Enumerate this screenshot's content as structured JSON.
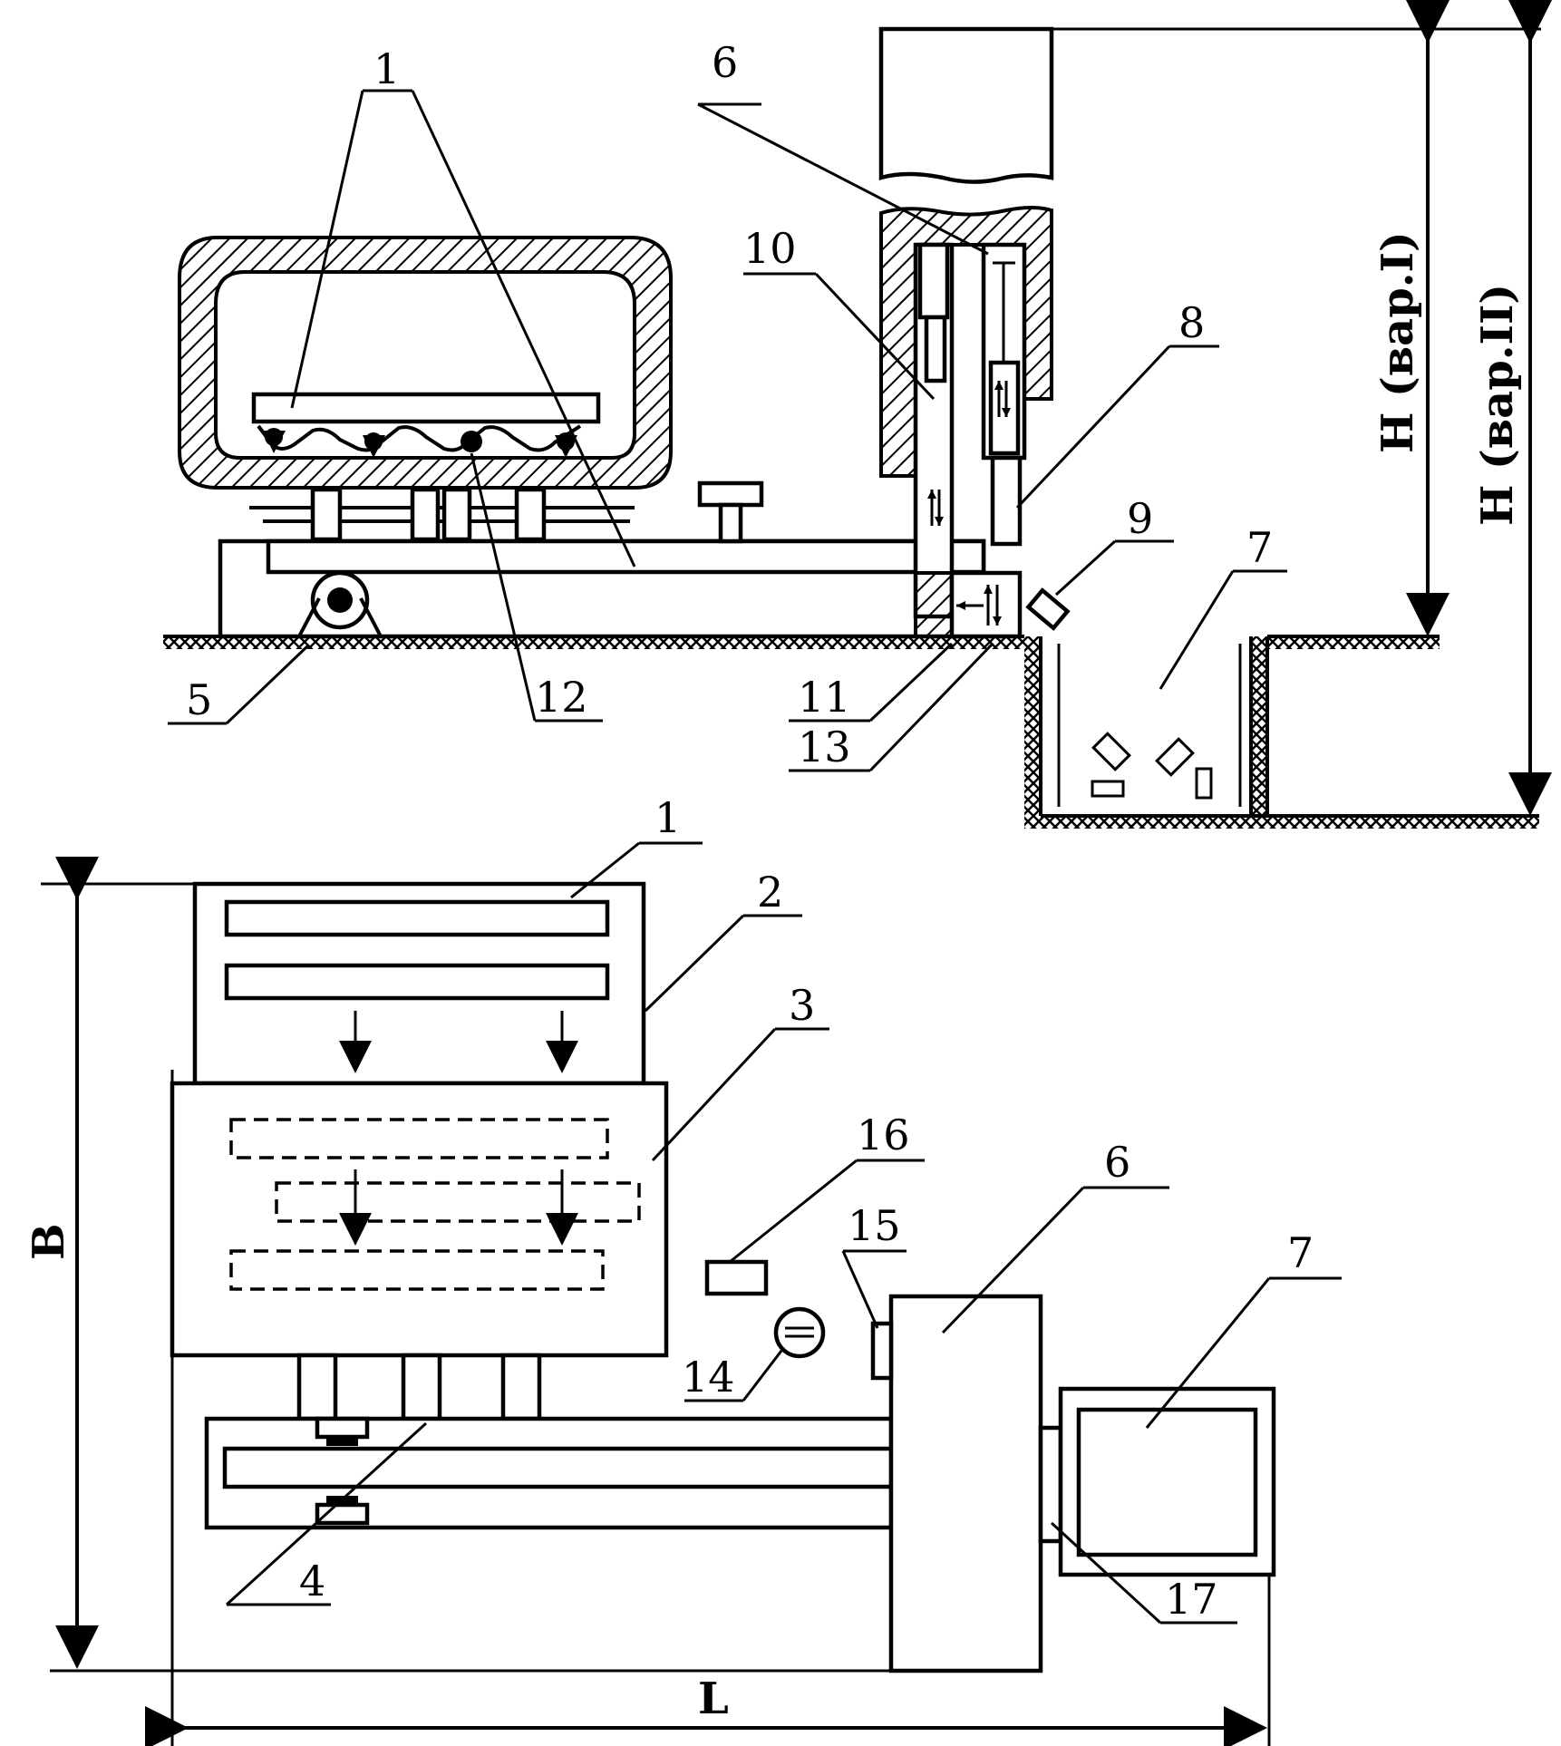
{
  "labels": {
    "n1": "1",
    "n2": "2",
    "n3": "3",
    "n4": "4",
    "n5": "5",
    "n6": "6",
    "n7": "7",
    "n8": "8",
    "n9": "9",
    "n10": "10",
    "n11": "11",
    "n12": "12",
    "n13": "13",
    "n14": "14",
    "n15": "15",
    "n16": "16",
    "n17": "17"
  },
  "dimensions": {
    "h_var1": "H (вар.I)",
    "h_var2": "H (вар.II)",
    "width": "B",
    "length": "L"
  }
}
